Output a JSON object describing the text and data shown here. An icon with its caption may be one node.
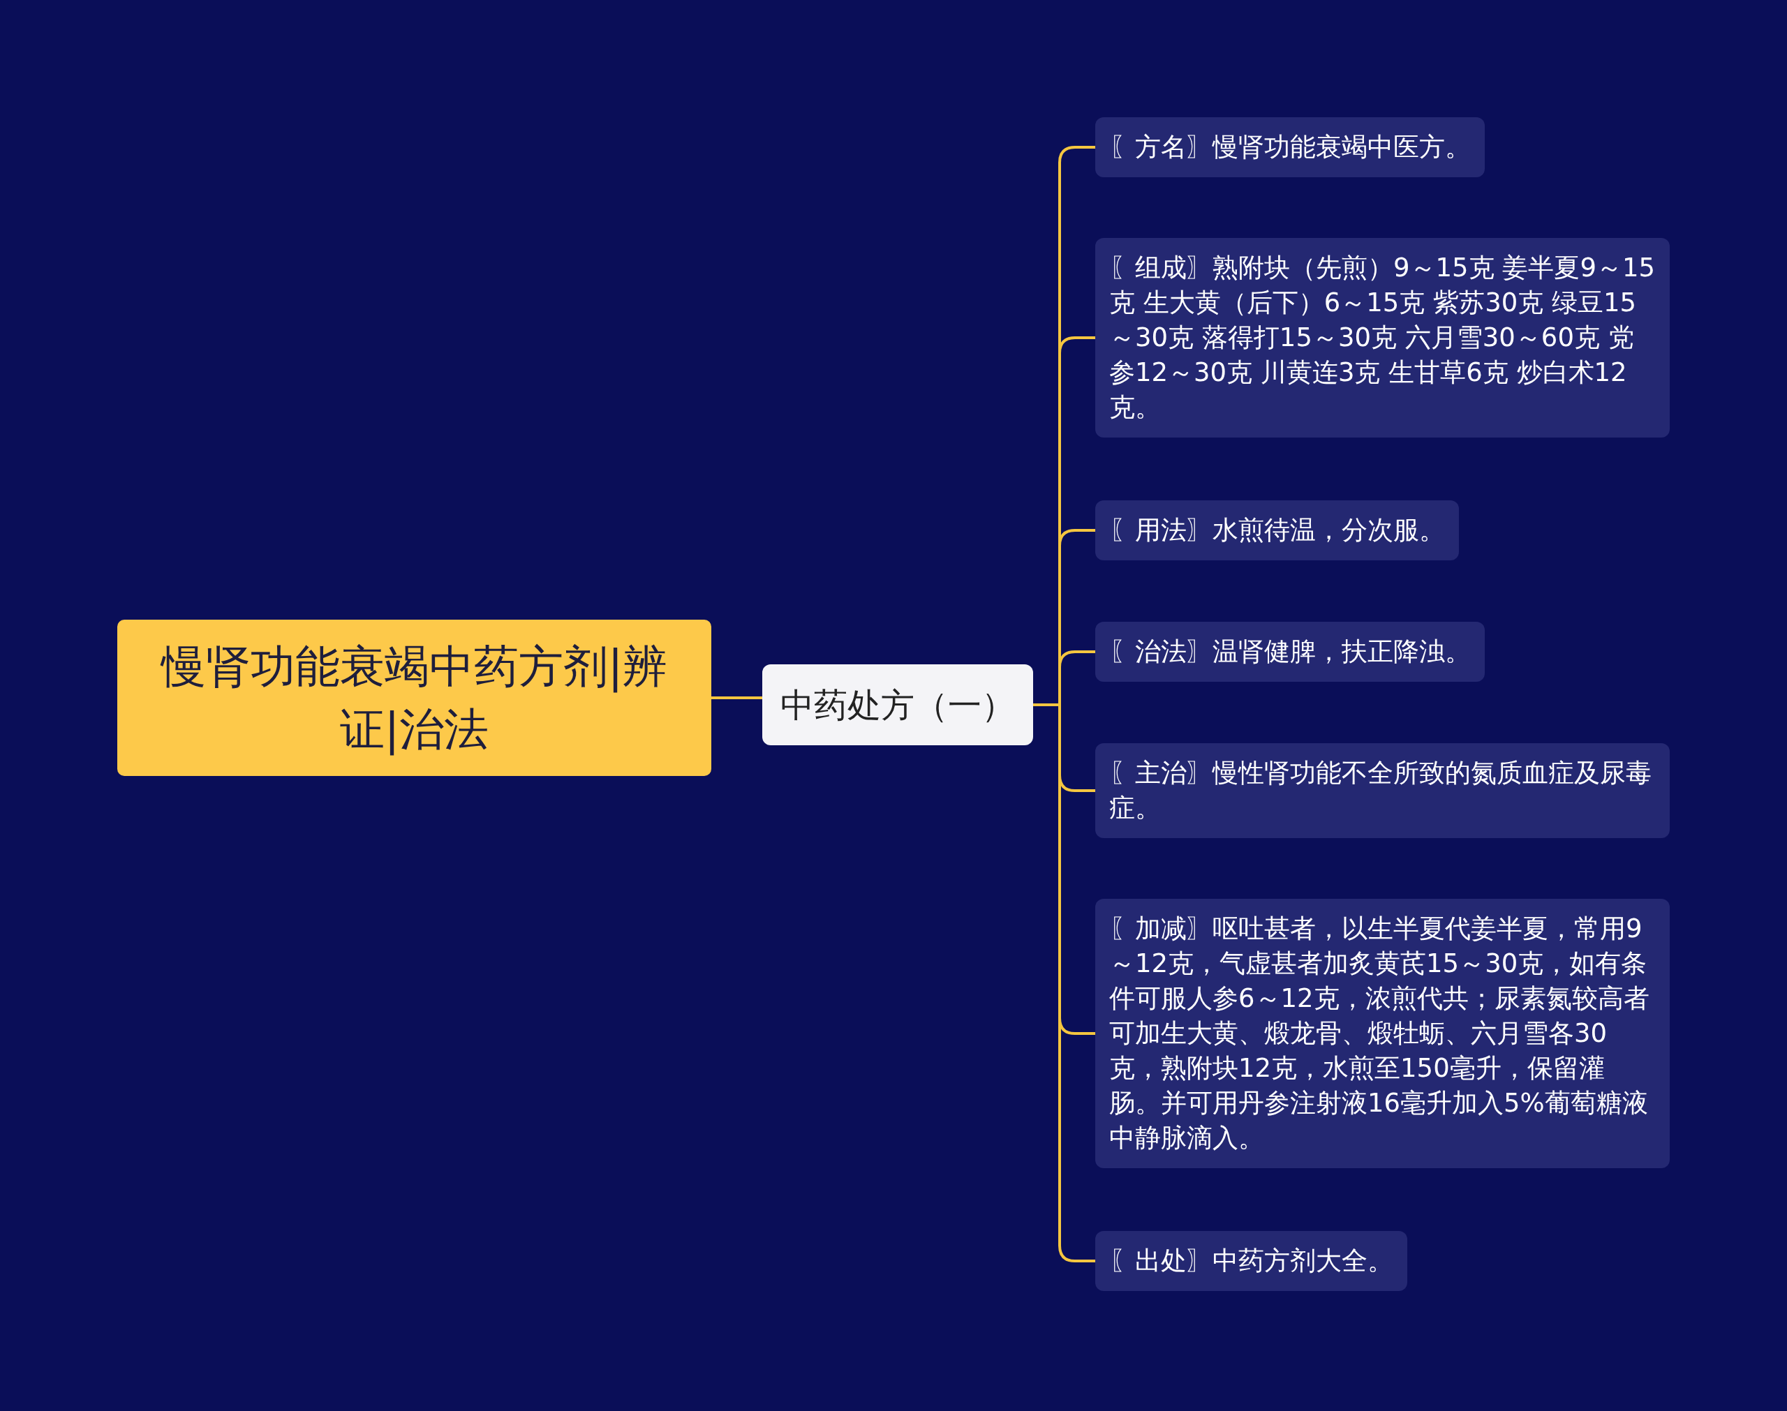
{
  "diagram": {
    "nodes": [
      {
        "text": [
          "慢肾功能衰竭中药方剂|辨证|治法"
        ]
      },
      {
        "text": [
          "中药处方（一）"
        ]
      },
      {
        "text": [
          "〖方名〗慢肾功能衰竭中医方。"
        ]
      },
      {
        "text": [
          "〖组成〗熟附块（先煎）9～15克 姜半夏9～15克 生大黄（后下）6～15克 紫苏30克 绿豆15～30克 落得打15～30克 六月雪30～60克 党参12～30克 川黄连3克 生甘草6克 炒白术12克。"
        ]
      },
      {
        "text": [
          "〖用法〗水煎待温，分次服。"
        ]
      },
      {
        "text": [
          "〖治法〗温肾健脾，扶正降浊。"
        ]
      },
      {
        "text": [
          "〖主治〗慢性肾功能不全所致的氮质血症及尿毒症。"
        ]
      },
      {
        "text": [
          "〖加减〗呕吐甚者，以生半夏代姜半夏，常用9～12克，气虚甚者加炙黄芪15～30克，如有条件可服人参6～12克，浓煎代共；尿素氮较高者可加生大黄、煅龙骨、煅牡蛎、六月雪各30克，熟附块12克，水煎至150毫升，保留灌肠。并可用丹参注射液16毫升加入5%葡萄糖液中静脉滴入。"
        ]
      },
      {
        "text": [
          "〖出处〗中药方剂大全。"
        ]
      }
    ],
    "edges": [
      {
        "from": 0,
        "to": 1,
        "arrow": "none"
      },
      {
        "from": 1,
        "to": 2,
        "arrow": "none"
      },
      {
        "from": 1,
        "to": 3,
        "arrow": "none"
      },
      {
        "from": 1,
        "to": 4,
        "arrow": "none"
      },
      {
        "from": 1,
        "to": 5,
        "arrow": "none"
      },
      {
        "from": 1,
        "to": 6,
        "arrow": "none"
      },
      {
        "from": 1,
        "to": 7,
        "arrow": "none"
      },
      {
        "from": 1,
        "to": 8,
        "arrow": "none"
      }
    ]
  }
}
